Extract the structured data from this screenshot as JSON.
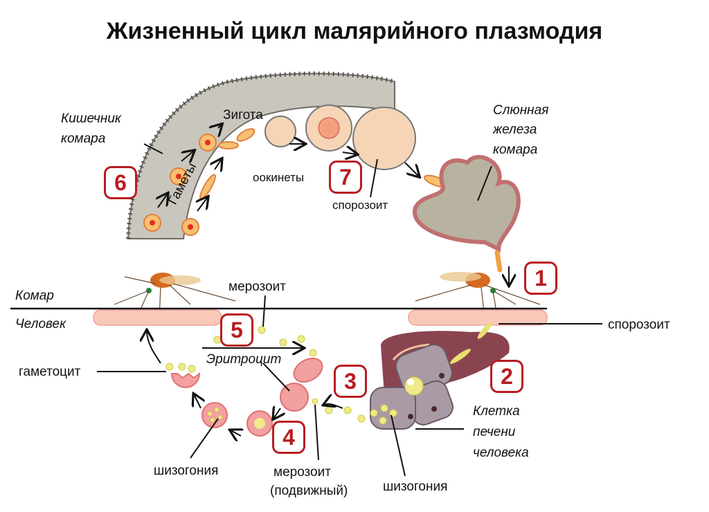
{
  "title": "Жизненный цикл малярийного плазмодия",
  "labels": {
    "gut_1": "Кишечник",
    "gut_2": "комара",
    "zygote": "Зигота",
    "gametes": "Гаметы",
    "ookinetes": "оокинеты",
    "sporozoite_top": "спорозоит",
    "gland_1": "Слюнная",
    "gland_2": "железа",
    "gland_3": "комара",
    "mosquito": "Комар",
    "human": "Человек",
    "merozoite": "мерозоит",
    "sporozoite_right": "спорозоит",
    "erythrocyte": "Эритроцит",
    "gametocyte": "гаметоцит",
    "liver_1": "Клетка",
    "liver_2": "печени",
    "liver_3": "человека",
    "schizogony_left": "шизогония",
    "merozoite_mobile_1": "мерозоит",
    "merozoite_mobile_2": "(подвижный)",
    "schizogony_right": "шизогония"
  },
  "stages": [
    "1",
    "2",
    "3",
    "4",
    "5",
    "6",
    "7"
  ],
  "colors": {
    "badge": "#b81c22",
    "gut": "#c9c6be",
    "skin": "#f8c9b8",
    "liver": "#8a4450",
    "cell": "#a99aa6",
    "rbc": "#f2a0a0",
    "parasite": "#f0ea8a"
  }
}
